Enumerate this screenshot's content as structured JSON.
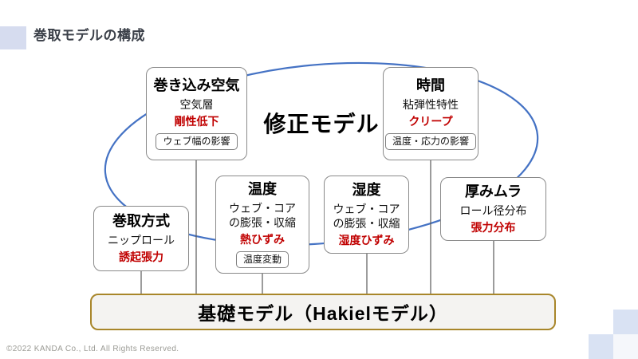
{
  "page": {
    "title": "巻取モデルの構成",
    "footer": "©2022 KANDA Co., Ltd. All Rights Reserved."
  },
  "center_label": "修正モデル",
  "colors": {
    "ellipse_blue": "#4472C4",
    "highlight_red": "#C00000",
    "base_border_gold": "#A8862A",
    "deco_blue": "#D6DCEF",
    "deco_blue_light": "#F5F7FB",
    "title_dark": "#3B4049"
  },
  "boxes": {
    "wound_in_air": {
      "title": "巻き込み空気",
      "line1": "空気層",
      "highlight": "剛性低下",
      "sub": "ウェブ幅の影響"
    },
    "time": {
      "title": "時間",
      "line1": "粘弾性特性",
      "highlight": "クリープ",
      "sub": "温度・応力の影響"
    },
    "temperature": {
      "title": "温度",
      "line1": "ウェブ・コア",
      "line2": "の膨張・収縮",
      "highlight": "熱ひずみ",
      "sub": "温度変動"
    },
    "humidity": {
      "title": "湿度",
      "line1": "ウェブ・コア",
      "line2": "の膨張・収縮",
      "highlight": "湿度ひずみ"
    },
    "thickness_variation": {
      "title": "厚みムラ",
      "line1": "ロール径分布",
      "highlight": "張力分布"
    },
    "winding_method": {
      "title": "巻取方式",
      "line1": "ニップロール",
      "highlight": "誘起張力"
    }
  },
  "base_model": {
    "label": "基礎モデル（Hakielモデル）"
  }
}
